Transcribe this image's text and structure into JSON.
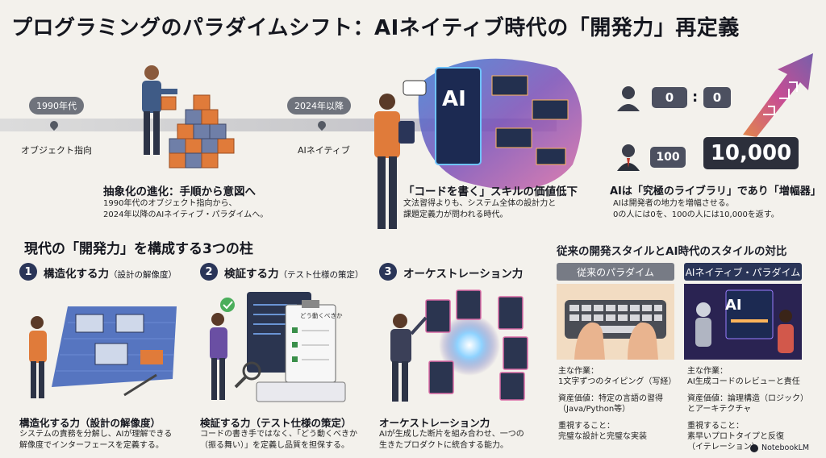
{
  "title": "プログラミングのパラダイムシフト：AIネイティブ時代の「開発力」再定義",
  "timeline": {
    "era1_label": "1990年代",
    "era1_caption": "オブジェクト指向",
    "era2_label": "2024年以降",
    "era2_caption": "AIネイティブ"
  },
  "abstraction": {
    "heading": "抽象化の進化：手順から意図へ",
    "line1": "1990年代のオブジェクト指向から、",
    "line2": "2024年以降のAIネイティブ・パラダイムへ。"
  },
  "code_value": {
    "heading": "「コードを書く」スキルの価値低下",
    "line1": "文法習得よりも、システム全体の設計力と",
    "line2": "課題定義力が問われる時代。",
    "screen_text": "AI"
  },
  "amplifier": {
    "score_a": "0",
    "colon": ":",
    "score_b": "0",
    "score_c": "100",
    "score_d": "10,000",
    "heading": "AIは「究極のライブラリ」であり「増幅器」",
    "line1": "AIは開発者の地力を増幅させる。",
    "line2": "0の人には0を、100の人には10,000を返す。"
  },
  "pillars_section": {
    "heading": "現代の「開発力」を構成する3つの柱",
    "items": [
      {
        "num": "1",
        "title": "構造化する力",
        "sub": "（設計の解像度）",
        "caption": "構造化する力（設計の解像度）",
        "line1": "システムの責務を分解し、AIが理解できる",
        "line2": "解像度でインターフェースを定義する。"
      },
      {
        "num": "2",
        "title": "検証する力",
        "sub": "（テスト仕様の策定）",
        "caption": "検証する力（テスト仕様の策定）",
        "line1": "コードの書き手ではなく、「どう動くべきか",
        "line2": "（振る舞い）」を定義し品質を担保する。",
        "board_text": "どう動くべきか"
      },
      {
        "num": "3",
        "title": "オーケストレーション力",
        "sub": "",
        "caption": "オーケストレーション力",
        "line1": "AIが生成した断片を組み合わせ、一つの",
        "line2": "生きたプロダクトに統合する能力。"
      }
    ]
  },
  "comparison": {
    "heading": "従来の開発スタイルとAI時代のスタイルの対比",
    "left_head": "従来のパラダイム",
    "right_head": "AIネイティブ・パラダイム",
    "right_screen_text": "AI",
    "left": {
      "work_label": "主な作業：",
      "work": "1文字ずつのタイピング（写経）",
      "asset_label": "資産価値：特定の言語の習得",
      "asset": "（Java/Python等）",
      "focus_label": "重視すること：",
      "focus": "完璧な設計と完璧な実装"
    },
    "right": {
      "work_label": "主な作業：",
      "work": "AI生成コードのレビューと責任",
      "asset_label": "資産価値：論理構造（ロジック）",
      "asset": "とアーキテクチャ",
      "focus_label": "重視すること：",
      "focus": "素早いプロトタイプと反復",
      "focus2": "（イテレーション）"
    }
  },
  "footer": {
    "brand": "NotebookLM"
  },
  "colors": {
    "navy": "#2a3558",
    "orange": "#e07b3a",
    "purple": "#6a4fa3",
    "bg": "#f3f1ec"
  }
}
